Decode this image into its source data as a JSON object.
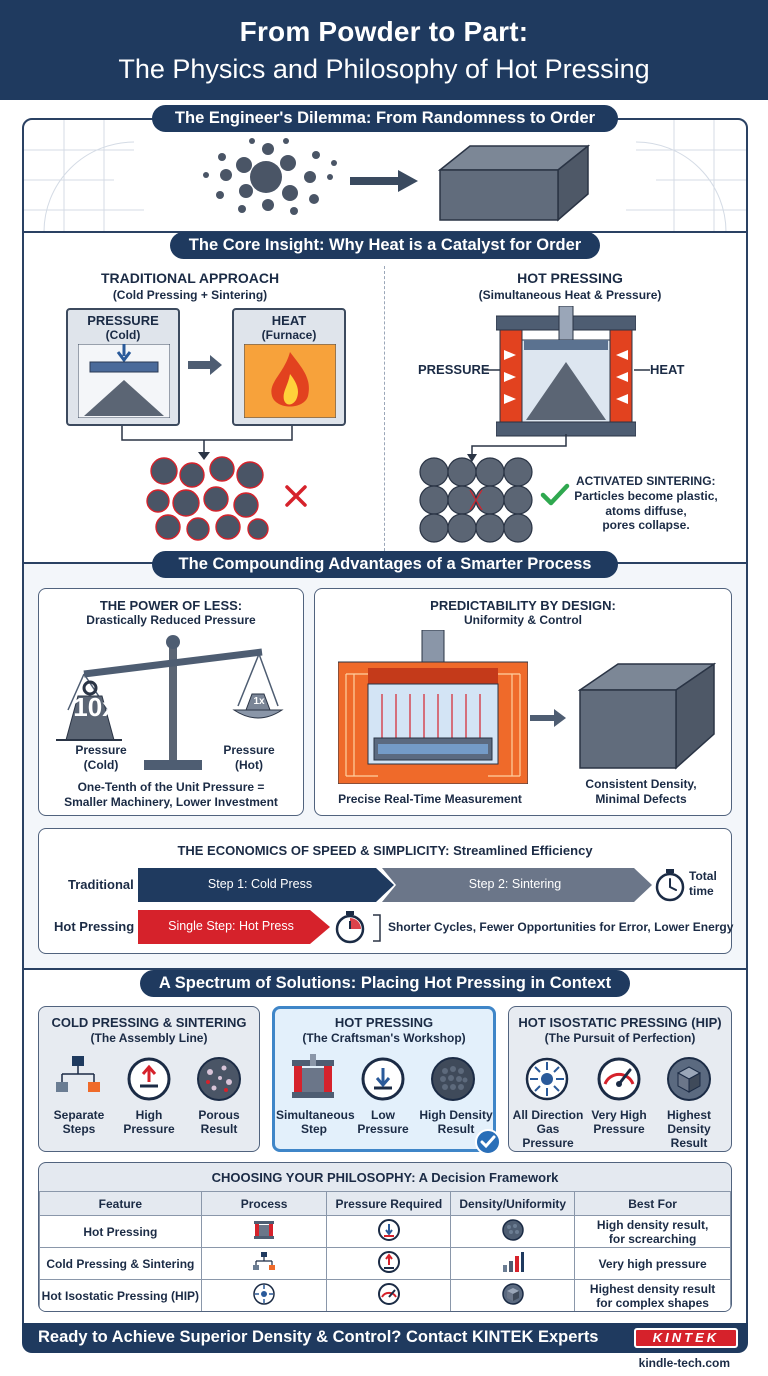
{
  "header": {
    "title_line1": "From Powder to Part:",
    "title_line2": "The Physics and Philosophy of Hot Pressing"
  },
  "section1": {
    "title": "The Engineer's Dilemma: From Randomness to Order"
  },
  "section2": {
    "title": "The Core Insight: Why Heat is a Catalyst for Order",
    "traditional": {
      "heading": "TRADITIONAL APPROACH",
      "subheading": "(Cold Pressing + Sintering)",
      "pressure_label": "PRESSURE",
      "pressure_sub": "(Cold)",
      "heat_label": "HEAT",
      "heat_sub": "(Furnace)"
    },
    "hot": {
      "heading": "HOT PRESSING",
      "subheading": "(Simultaneous Heat & Pressure)",
      "pressure_label": "PRESSURE",
      "heat_label": "HEAT",
      "activated_title": "ACTIVATED SINTERING:",
      "activated_line1": "Particles become plastic,",
      "activated_line2": "atoms diffuse,",
      "activated_line3": "pores collapse."
    }
  },
  "section3": {
    "title": "The Compounding Advantages of a Smarter Process",
    "less": {
      "heading": "THE POWER OF LESS:",
      "subheading": "Drastically Reduced Pressure",
      "big_weight": "10x",
      "small_weight": "1x",
      "left_label1": "Pressure",
      "left_label2": "(Cold)",
      "right_label1": "Pressure",
      "right_label2": "(Hot)",
      "caption1": "One-Tenth of the Unit Pressure =",
      "caption2": "Smaller Machinery, Lower Investment"
    },
    "predict": {
      "heading": "PREDICTABILITY BY DESIGN:",
      "subheading": "Uniformity & Control",
      "caption_left": "Precise Real-Time Measurement",
      "caption_right1": "Consistent Density,",
      "caption_right2": "Minimal Defects"
    },
    "econ": {
      "heading": "THE ECONOMICS OF SPEED & SIMPLICITY: Streamlined Efficiency",
      "row1_label": "Traditional",
      "step1": "Step 1: Cold Press",
      "step2": "Step 2: Sintering",
      "total1": "Total",
      "total2": "time",
      "row2_label": "Hot Pressing",
      "single": "Single Step: Hot Press",
      "benefit": "Shorter Cycles, Fewer Opportunities for Error, Lower Energy"
    }
  },
  "section4": {
    "title": "A Spectrum of Solutions: Placing Hot Pressing in Context",
    "cold": {
      "heading": "COLD PRESSING & SINTERING",
      "subheading": "(The Assembly Line)",
      "items": [
        {
          "line1": "Separate",
          "line2": "Steps"
        },
        {
          "line1": "High",
          "line2": "Pressure"
        },
        {
          "line1": "Porous",
          "line2": "Result"
        }
      ]
    },
    "hot": {
      "heading": "HOT PRESSING",
      "subheading": "(The Craftsman's Workshop)",
      "items": [
        {
          "line1": "Simultaneous",
          "line2": "Step"
        },
        {
          "line1": "Low",
          "line2": "Pressure"
        },
        {
          "line1": "High Density",
          "line2": "Result"
        }
      ]
    },
    "hip": {
      "heading": "HOT ISOSTATIC PRESSING (HIP)",
      "subheading": "(The Pursuit of Perfection)",
      "items": [
        {
          "line1": "All Direction",
          "line2": "Gas Pressure"
        },
        {
          "line1": "Very High",
          "line2": "Pressure"
        },
        {
          "line1": "Highest",
          "line2": "Density",
          "line3": "Result"
        }
      ]
    }
  },
  "decision": {
    "title": "CHOOSING YOUR PHILOSOPHY: A Decision Framework",
    "headers": [
      "Feature",
      "Process",
      "Pressure Required",
      "Density/Uniformity",
      "Best For"
    ],
    "rows": [
      {
        "feature": "Hot Pressing",
        "best1": "High density result,",
        "best2": "for screarching"
      },
      {
        "feature": "Cold Pressing & Sintering",
        "best1": "Very high pressure",
        "best2": ""
      },
      {
        "feature": "Hot Isostatic Pressing (HIP)",
        "best1": "Highest density result",
        "best2": "for complex shapes"
      }
    ]
  },
  "footer": {
    "cta": "Ready to Achieve Superior Density & Control? Contact KINTEK Experts",
    "logo": "KINTEK",
    "site": "kindle-tech.com"
  },
  "colors": {
    "navy": "#1f3a5f",
    "red": "#d6222b",
    "orange": "#ef6a2a",
    "green": "#2fa84f",
    "steel": "#6b7d93"
  }
}
